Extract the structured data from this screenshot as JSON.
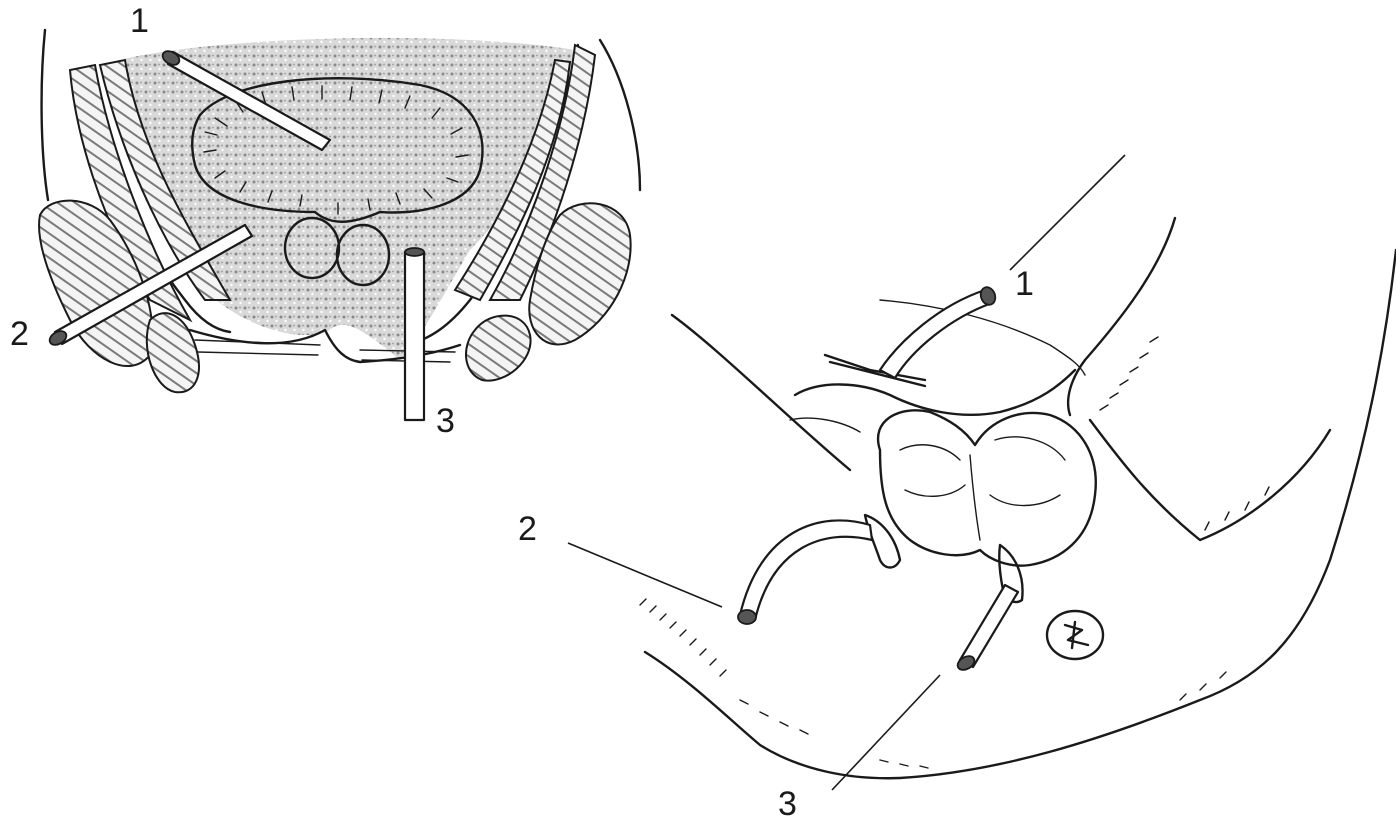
{
  "cross_section": {
    "labels": {
      "tube1": "1",
      "tube2": "2",
      "tube3": "3"
    }
  },
  "perineal_view": {
    "labels": {
      "tube1": "1",
      "tube2": "2",
      "tube3": "3"
    }
  },
  "colors": {
    "ink": "#1a1a1a",
    "background": "#ffffff",
    "stipple": "#bdbdbd"
  }
}
